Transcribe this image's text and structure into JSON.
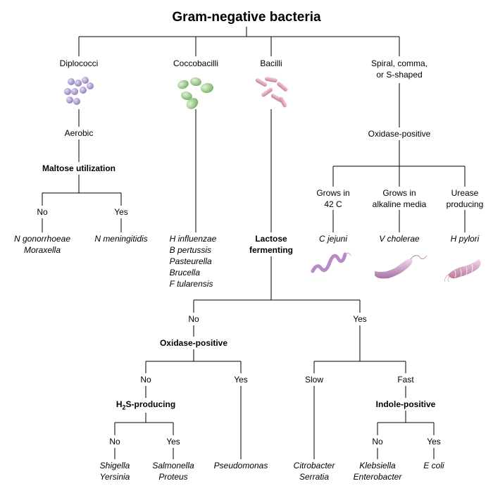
{
  "title": "Gram-negative bacteria",
  "morphology": {
    "diplococci": "Diplococci",
    "coccobacilli": "Coccobacilli",
    "bacilli": "Bacilli",
    "spiral_1": "Spiral, comma,",
    "spiral_2": "or S-shaped"
  },
  "diplococci_branch": {
    "aerobic": "Aerobic",
    "maltose": "Maltose utilization",
    "no": "No",
    "yes": "Yes",
    "no_result_1": "N gonorrhoeae",
    "no_result_2": "Moraxella",
    "yes_result": "N meningitidis"
  },
  "coccobacilli_branch": {
    "organisms": [
      "H influenzae",
      "B pertussis",
      "Pasteurella",
      "Brucella",
      "F tularensis"
    ]
  },
  "spiral_branch": {
    "oxidase": "Oxidase-positive",
    "grows42_1": "Grows in",
    "grows42_2": "42 C",
    "alkaline_1": "Grows in",
    "alkaline_2": "alkaline media",
    "urease_1": "Urease",
    "urease_2": "producing",
    "org_jejuni": "C jejuni",
    "org_cholerae": "V cholerae",
    "org_pylori": "H pylori"
  },
  "bacilli_branch": {
    "lactose_1": "Lactose",
    "lactose_2": "fermenting",
    "no": "No",
    "yes": "Yes",
    "oxidase": "Oxidase-positive",
    "ox_no": "No",
    "ox_yes": "Yes",
    "h2s_pre": "H",
    "h2s_sub": "2",
    "h2s_post": "S-producing",
    "h2s_no": "No",
    "h2s_yes": "Yes",
    "shigella": "Shigella",
    "yersinia": "Yersinia",
    "salmonella": "Salmonella",
    "proteus": "Proteus",
    "pseudomonas": "Pseudomonas",
    "slow": "Slow",
    "fast": "Fast",
    "citrobacter": "Citrobacter",
    "serratia": "Serratia",
    "indole": "Indole-positive",
    "ind_no": "No",
    "ind_yes": "Yes",
    "klebsiella": "Klebsiella",
    "enterobacter": "Enterobacter",
    "ecoli": "E coli"
  },
  "colors": {
    "diplococci": "#a99bd0",
    "coccobacilli": "#9ccc8a",
    "bacilli": "#e0a3b4",
    "spiral": "#c98fc6"
  }
}
